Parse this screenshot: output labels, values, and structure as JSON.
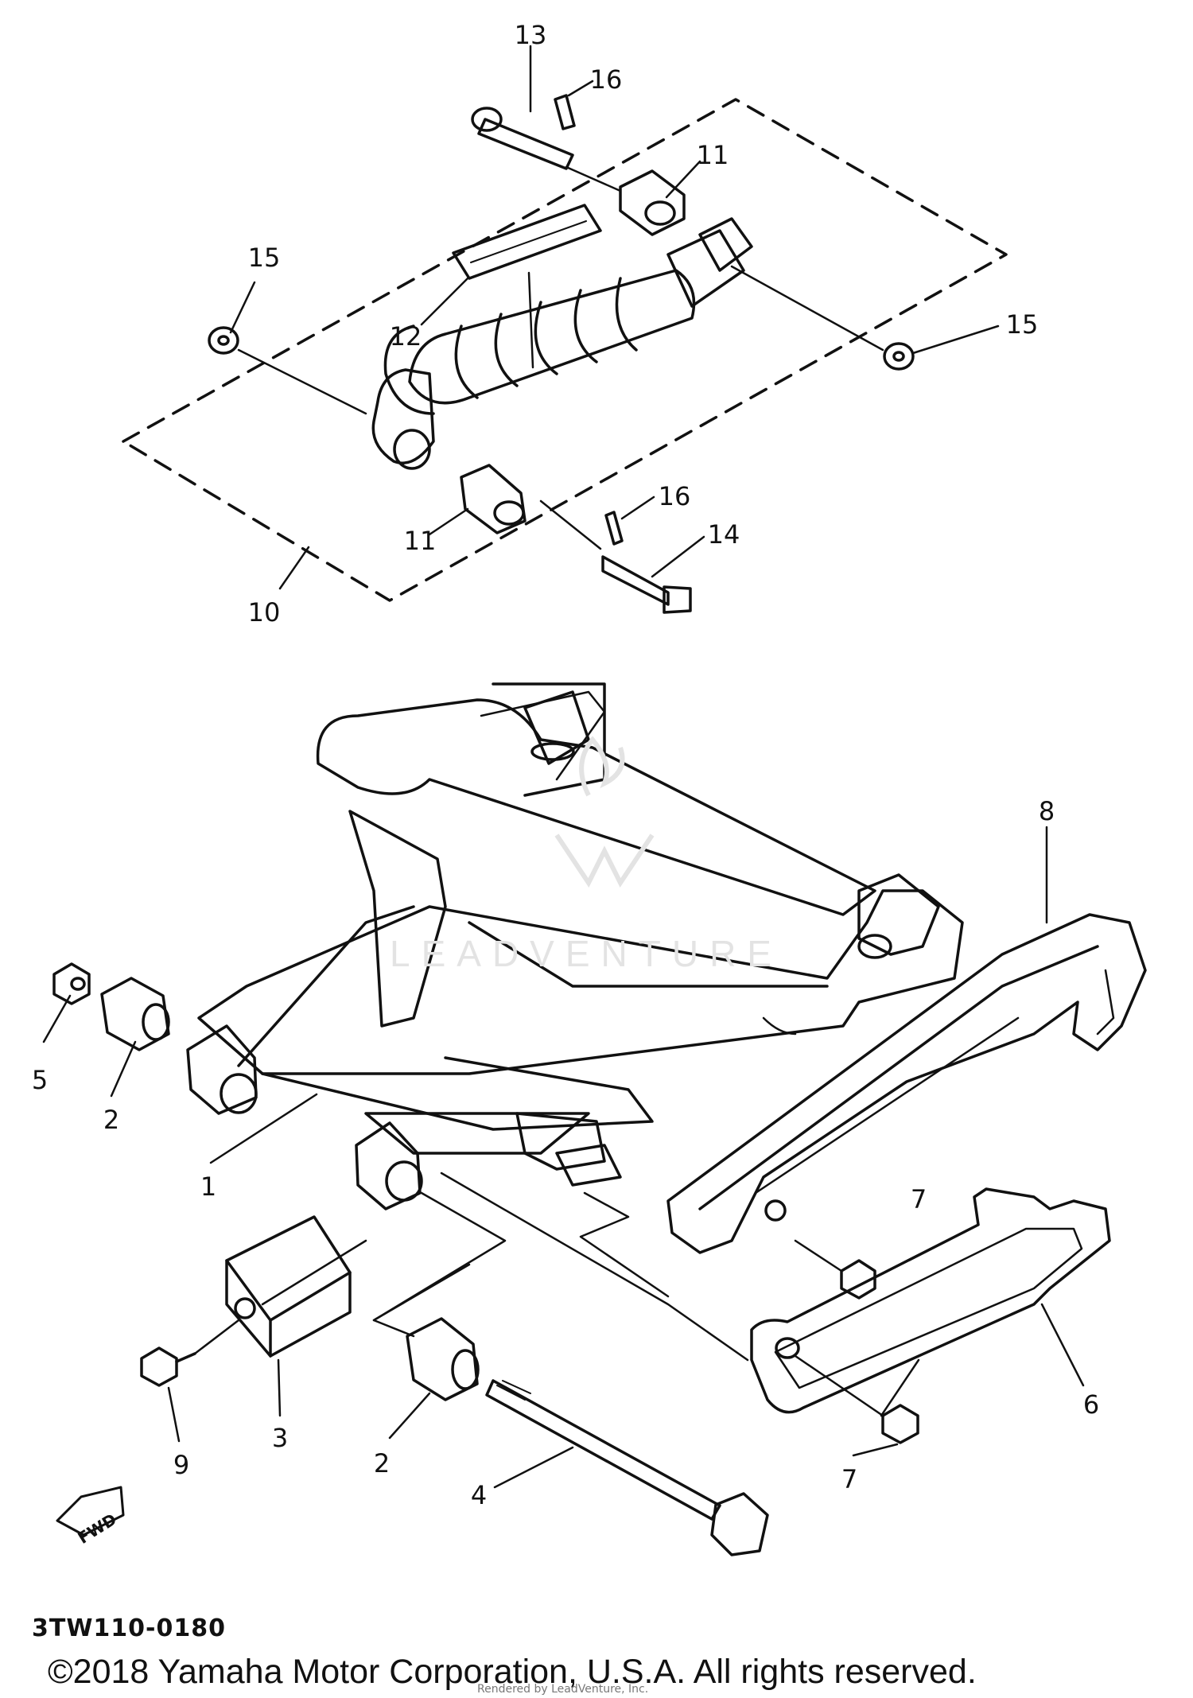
{
  "diagram_code": "3TW110-0180",
  "copyright": "©2018 Yamaha Motor Corporation, U.S.A. All rights reserved.",
  "rendered_by": "Rendered by LeadVenture, Inc.",
  "watermark": "LEADVENTURE",
  "fwd_label": "FWD",
  "callouts": {
    "c13": "13",
    "c16a": "16",
    "c11a": "11",
    "c15a": "15",
    "c12": "12",
    "c15b": "15",
    "c11b": "11",
    "c16b": "16",
    "c14": "14",
    "c10": "10",
    "c8": "8",
    "c5": "5",
    "c2a": "2",
    "c1": "1",
    "c7a": "7",
    "c3": "3",
    "c9": "9",
    "c2b": "2",
    "c6": "6",
    "c7b": "7",
    "c4": "4"
  }
}
